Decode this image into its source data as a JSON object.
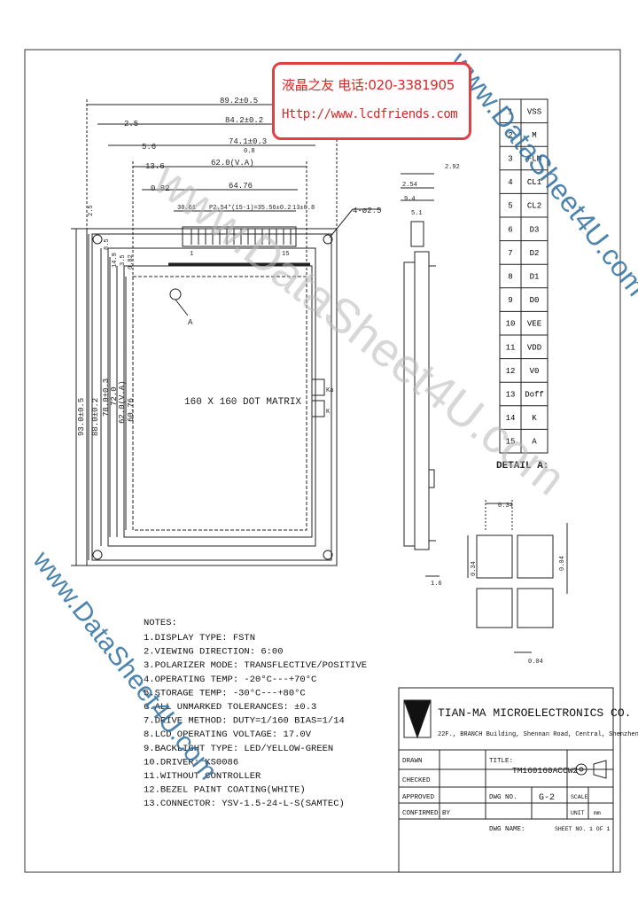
{
  "header_badge": {
    "line1": "液晶之友 电话:020-3381905",
    "line2": "Http://www.lcdfriends.com"
  },
  "watermarks": {
    "main": "www.DataSheet4U.com",
    "right": "www.DataSheet4U.com",
    "left": "www.DataSheet4U.com"
  },
  "front_view": {
    "dims_top": [
      "89.2±0.5",
      "2.5",
      "84.2±0.2",
      "74.1±0.3",
      "5.6",
      "0.8",
      "13.6",
      "62.0(V.A)",
      "0.82",
      "64.76"
    ],
    "connector_label": "P2.54*(15-1)=35.56±0.2",
    "connector_left": "30.61",
    "connector_right": "13±0.8",
    "pin1": "1",
    "pin15": "15",
    "hole_label": "4-ø2.5",
    "dims_left": [
      "93.0±0.5",
      "88.0±0.2",
      "78.0±0.3",
      "72.0",
      "62.0(V.A)",
      "60.76"
    ],
    "dims_left_small": [
      "2.5",
      "8.5",
      "14.9",
      "3.5",
      "0.82"
    ],
    "matrix_label": "160 X 160 DOT MATRIX",
    "detail_marker": "A",
    "ka": "Ka",
    "k": "K"
  },
  "side_view": {
    "dims": [
      "2.92",
      "2.54",
      "9.4",
      "5.1",
      "1.6"
    ]
  },
  "pins": [
    {
      "no": "1",
      "sig": "VSS"
    },
    {
      "no": "2",
      "sig": "M"
    },
    {
      "no": "3",
      "sig": "FLM"
    },
    {
      "no": "4",
      "sig": "CL1"
    },
    {
      "no": "5",
      "sig": "CL2"
    },
    {
      "no": "6",
      "sig": "D3"
    },
    {
      "no": "7",
      "sig": "D2"
    },
    {
      "no": "8",
      "sig": "D1"
    },
    {
      "no": "9",
      "sig": "D0"
    },
    {
      "no": "10",
      "sig": "VEE"
    },
    {
      "no": "11",
      "sig": "VDD"
    },
    {
      "no": "12",
      "sig": "V0"
    },
    {
      "no": "13",
      "sig": "Doff"
    },
    {
      "no": "14",
      "sig": "K"
    },
    {
      "no": "15",
      "sig": "A"
    }
  ],
  "detail": {
    "title": "DETAIL A:",
    "w": "0.34",
    "h": "0.34",
    "gap": "0.04",
    "gap2": "0.04"
  },
  "notes": {
    "title": "NOTES:",
    "items": [
      "1.DISPLAY TYPE: FSTN",
      "2.VIEWING DIRECTION: 6:00",
      "3.POLARIZER MODE: TRANSFLECTIVE/POSITIVE",
      "4.OPERATING TEMP: -20°C---+70°C",
      "5.STORAGE TEMP: -30°C---+80°C",
      "6.ALL UNMARKED TOLERANCES: ±0.3",
      "7.DRIVE METHOD: DUTY=1/160 BIAS=1/14",
      "8.LCD OPERATING VOLTAGE: 17.0V",
      "9.BACKLIGHT TYPE: LED/YELLOW-GREEN",
      "10.DRIVER: KS0086",
      "11.WITHOUT CONTROLLER",
      "12.BEZEL PAINT COATING(WHITE)",
      "13.CONNECTOR: YSV-1.5-24-L-S(SAMTEC)"
    ]
  },
  "title_block": {
    "company": "TIAN-MA MICROELECTRONICS CO.",
    "address": "22F., BRANCH Building, Shennan Road, Central, Shenzhen, China",
    "drawn": "DRAWN",
    "checked": "CHECKED",
    "approved": "APPROVED",
    "confirmed": "CONFIRMED BY",
    "title_label": "TITLE:",
    "title_value": "TM160160ACCW2",
    "dwg_no_label": "DWG NO.",
    "dwg_no": "G-2",
    "scale_label": "SCALE",
    "unit_label": "UNIT",
    "unit_value": "mm",
    "dwg_name": "DWG NAME:",
    "sheet": "SHEET NO. 1 OF 1"
  }
}
